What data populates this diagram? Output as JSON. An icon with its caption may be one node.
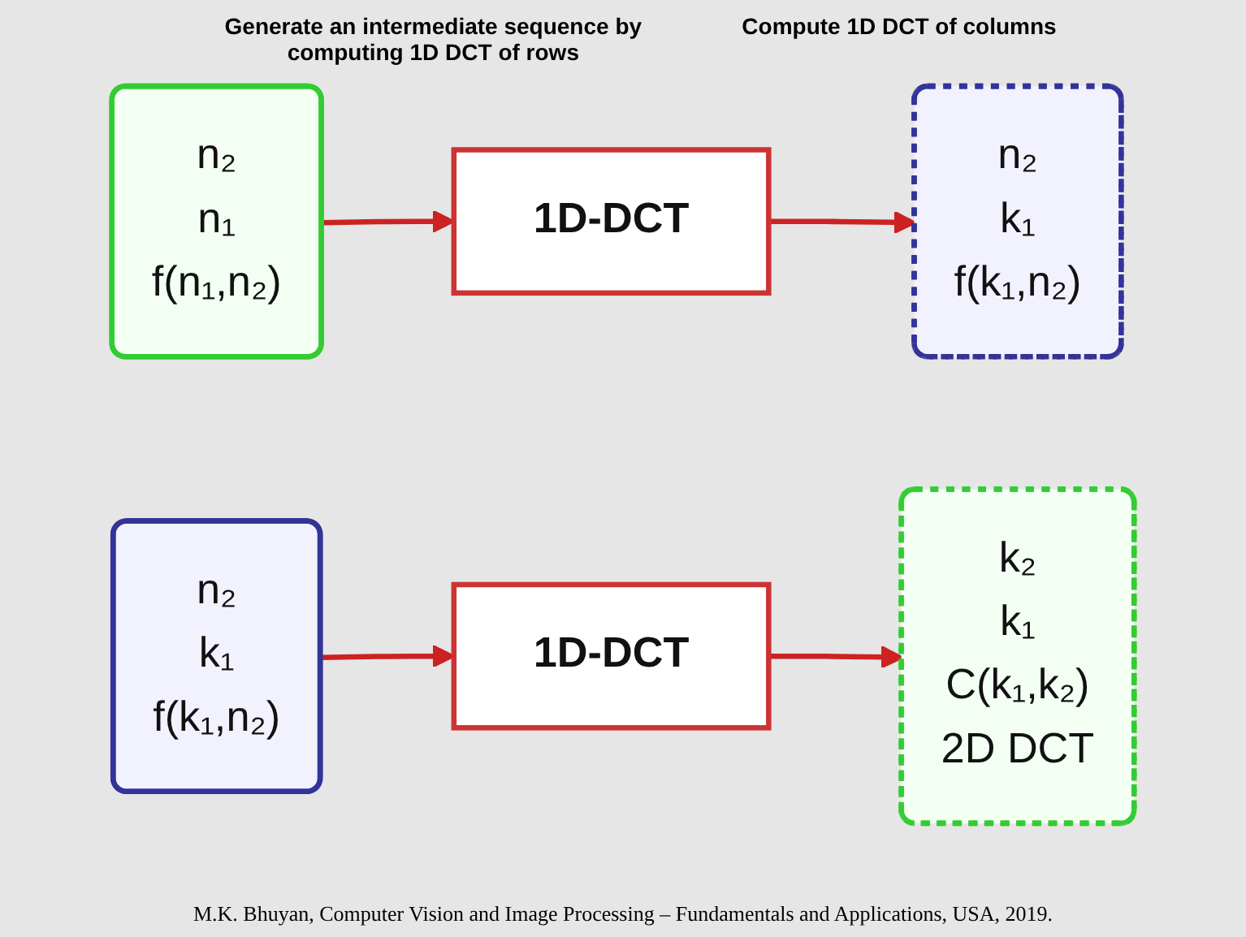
{
  "diagram": {
    "caption": "M.K. Bhuyan, Computer Vision and Image Processing – Fundamentals and Applications, USA, 2019.",
    "nodes": [
      {
        "text": [
          "n₂",
          "n₁",
          "f(n₁,n₂)"
        ]
      },
      {
        "text": [
          "1D-DCT"
        ]
      },
      {
        "text": [
          "n₂",
          "k₁",
          "f(k₁,n₂)"
        ]
      },
      {
        "text": [
          "n₂",
          "k₁",
          "f(k₁,n₂)"
        ]
      },
      {
        "text": [
          "1D-DCT"
        ]
      },
      {
        "text": [
          "k₂",
          "k₁",
          "C(k₁,k₂)",
          "2D DCT"
        ]
      }
    ],
    "edges": [
      {
        "from": 0,
        "to": 1,
        "arrow": "to"
      },
      {
        "from": 1,
        "to": 2,
        "arrow": "to"
      },
      {
        "from": 3,
        "to": 4,
        "arrow": "to"
      },
      {
        "from": 4,
        "to": 5,
        "arrow": "to"
      }
    ],
    "labels": [
      "Generate an intermediate sequence by computing 1D DCT of rows",
      "Compute 1D DCT of columns"
    ]
  }
}
